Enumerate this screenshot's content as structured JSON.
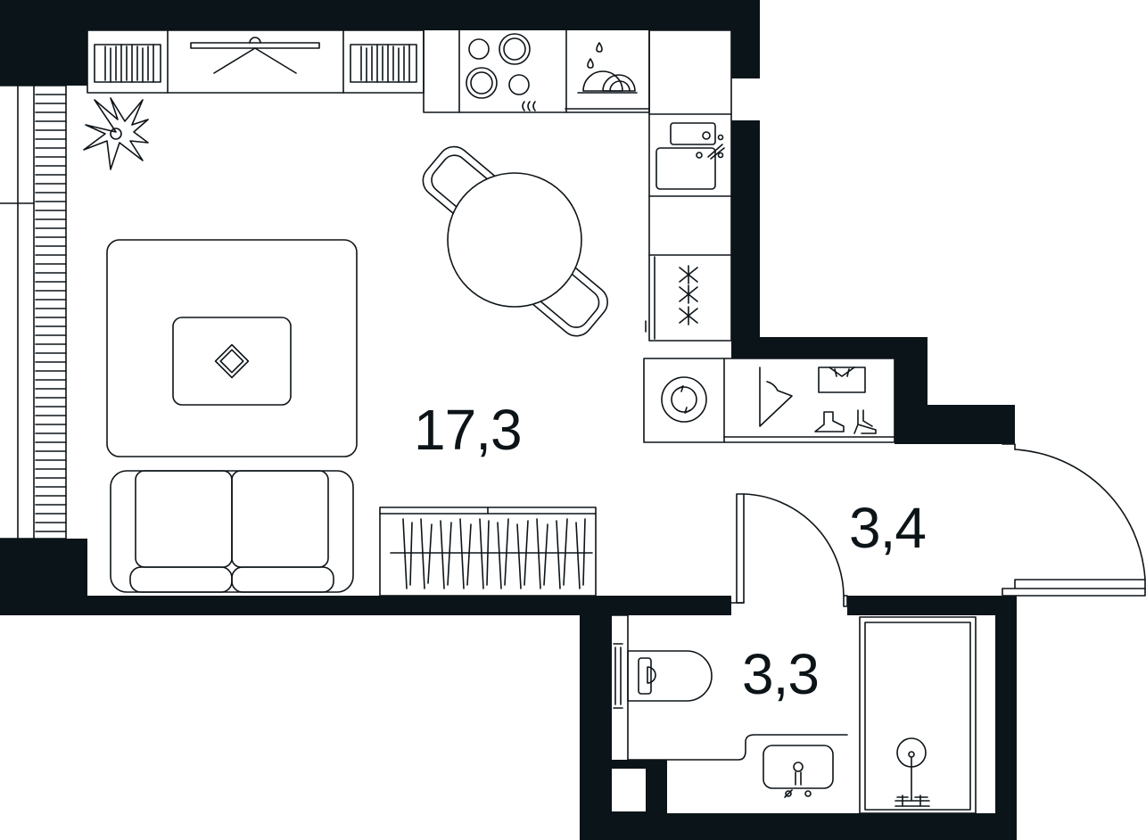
{
  "colors": {
    "wall": "#0b1419",
    "line": "#0d1418",
    "background": "#ffffff"
  },
  "rooms": {
    "living": {
      "area": "17,3"
    },
    "hallway": {
      "area": "3,4"
    },
    "bathroom": {
      "area": "3,3"
    }
  },
  "icons": [
    "kettle-icon",
    "cooktop-icon",
    "dish-drying-icon",
    "small-sink-icon",
    "mixer-tap-icon",
    "oven-icon",
    "plant-icon",
    "washing-machine-icon",
    "hanger-icon",
    "shirt-icon",
    "boot-icon",
    "heel-shoe-icon",
    "toilet-icon",
    "washbasin-icon",
    "shower-head-icon"
  ]
}
